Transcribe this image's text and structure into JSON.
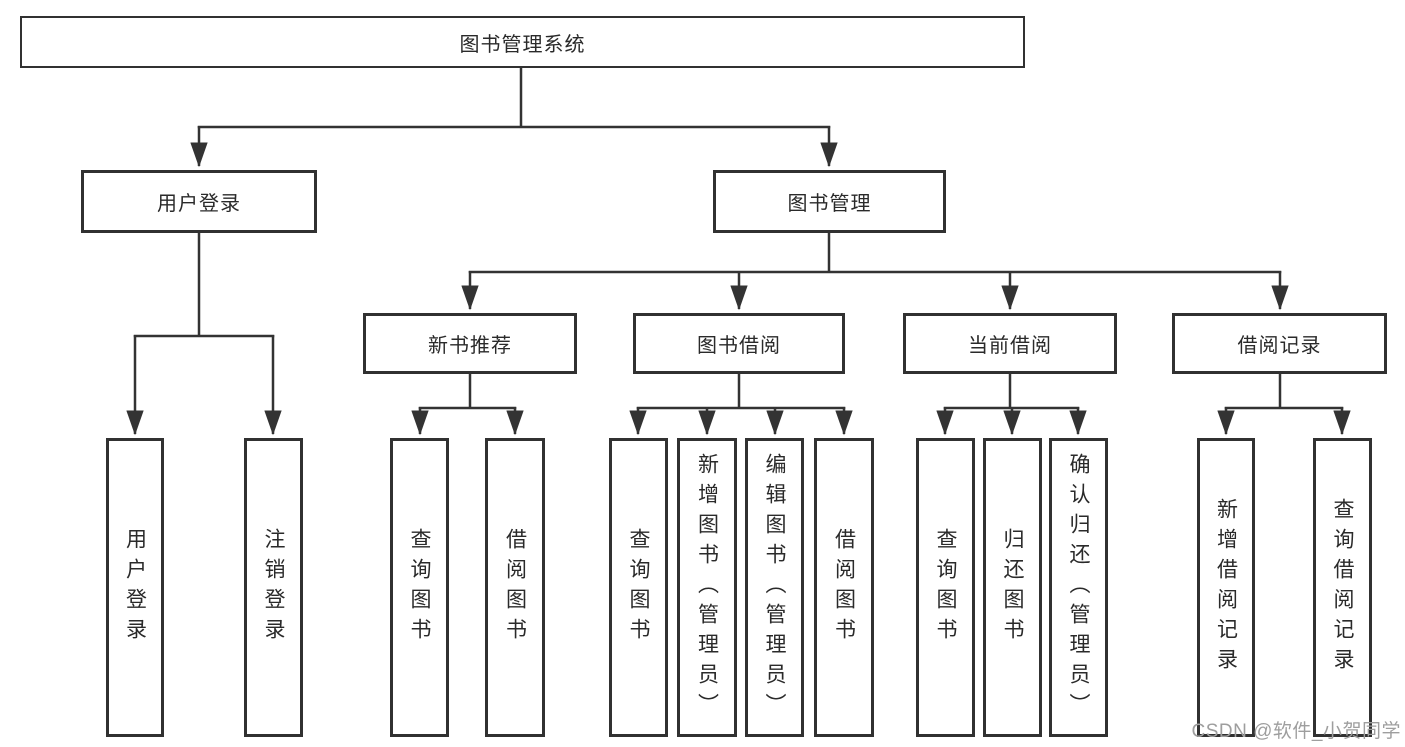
{
  "diagram": {
    "title": "图书管理系统",
    "type": "hierarchy-tree",
    "colors": {
      "line": "#333333",
      "box_border": "#313131",
      "text": "#2a2a2a",
      "watermark": "#9e9e9e",
      "background": "#ffffff"
    }
  },
  "root": {
    "label": "图书管理系统"
  },
  "level2": [
    {
      "label": "用户登录"
    },
    {
      "label": "图书管理"
    }
  ],
  "level3": [
    {
      "label": "新书推荐"
    },
    {
      "label": "图书借阅"
    },
    {
      "label": "当前借阅"
    },
    {
      "label": "借阅记录"
    }
  ],
  "leaves": {
    "user_login": [
      {
        "label": "用户登录"
      },
      {
        "label": "注销登录"
      }
    ],
    "new_book": [
      {
        "label": "查询图书"
      },
      {
        "label": "借阅图书"
      }
    ],
    "book_borrow": [
      {
        "label": "查询图书"
      },
      {
        "label": "新增图书（管理员）"
      },
      {
        "label": "编辑图书（管理员）"
      },
      {
        "label": "借阅图书"
      }
    ],
    "current_borrow": [
      {
        "label": "查询图书"
      },
      {
        "label": "归还图书"
      },
      {
        "label": "确认归还（管理员）"
      }
    ],
    "borrow_record": [
      {
        "label": "新增借阅记录"
      },
      {
        "label": "查询借阅记录"
      }
    ]
  },
  "watermark": "CSDN @软件_小贺同学"
}
